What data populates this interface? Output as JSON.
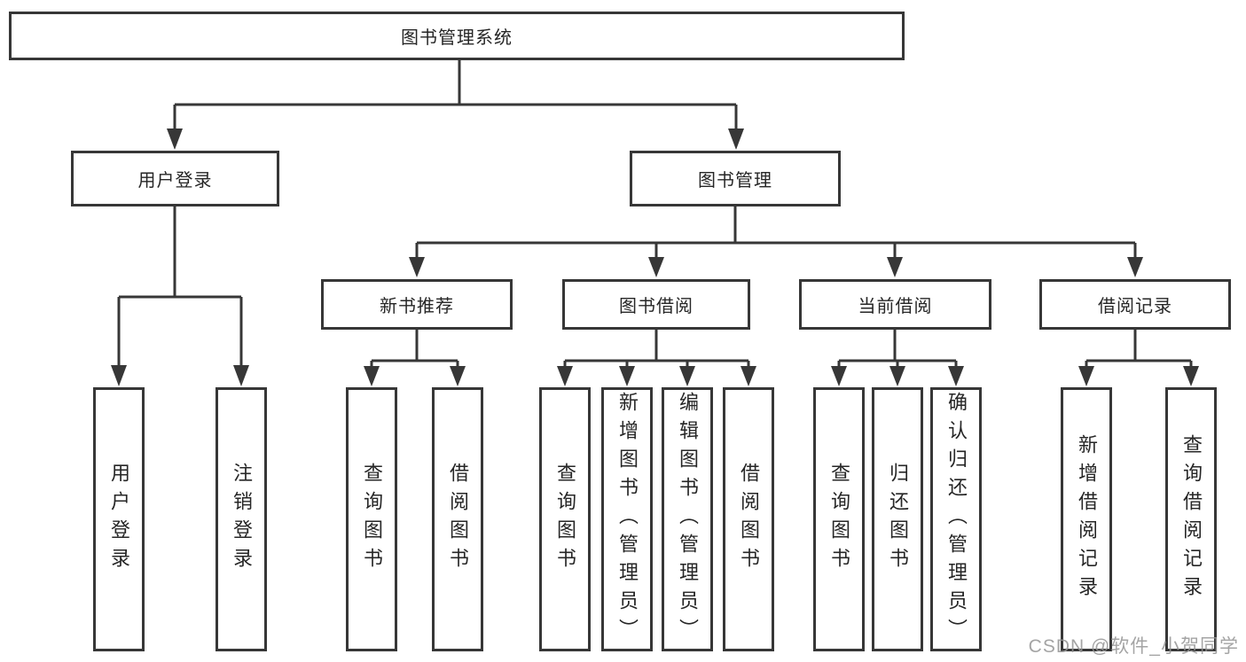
{
  "diagram": {
    "title_node": {
      "label": "图书管理系统"
    },
    "level2": [
      {
        "label": "用户登录"
      },
      {
        "label": "图书管理"
      }
    ],
    "level3": [
      {
        "label": "新书推荐"
      },
      {
        "label": "图书借阅"
      },
      {
        "label": "当前借阅"
      },
      {
        "label": "借阅记录"
      }
    ],
    "leaves": [
      {
        "label": "用户登录"
      },
      {
        "label": "注销登录"
      },
      {
        "label": "查询图书"
      },
      {
        "label": "借阅图书"
      },
      {
        "label": "查询图书"
      },
      {
        "label": "新增图书（管理员）"
      },
      {
        "label": "编辑图书（管理员）"
      },
      {
        "label": "借阅图书"
      },
      {
        "label": "查询图书"
      },
      {
        "label": "归还图书"
      },
      {
        "label": "确认归还（管理员）"
      },
      {
        "label": "新增借阅记录"
      },
      {
        "label": "查询借阅记录"
      }
    ]
  },
  "watermark": {
    "text": "CSDN @软件_小贺同学"
  },
  "colors": {
    "line": "#373737",
    "box_border": "#373737",
    "text": "#262626",
    "watermark": "#949494",
    "background": "#ffffff"
  }
}
